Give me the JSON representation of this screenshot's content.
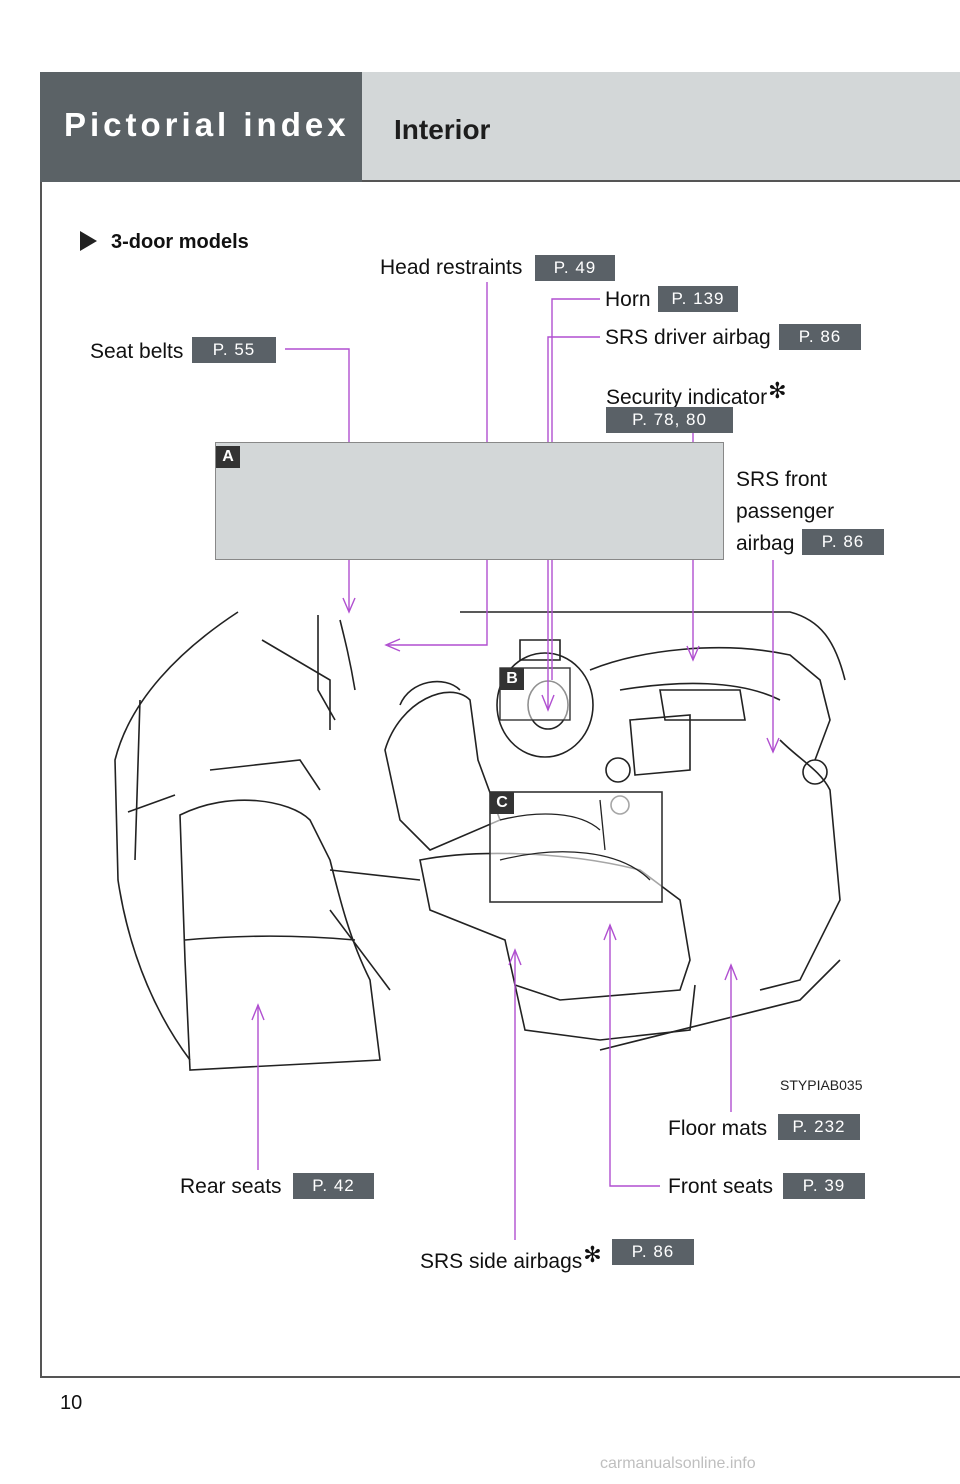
{
  "header": {
    "section": "Pictorial index",
    "title": "Interior"
  },
  "model_heading": "3-door models",
  "callouts": {
    "head_restraints": {
      "label": "Head restraints",
      "page": "P. 49"
    },
    "horn": {
      "label": "Horn",
      "page": "P. 139"
    },
    "srs_driver_airbag": {
      "label": "SRS driver airbag",
      "page": "P. 86"
    },
    "seat_belts": {
      "label": "Seat belts",
      "page": "P. 55"
    },
    "security_indicator": {
      "label": "Security indicator",
      "page": "P. 78, 80"
    },
    "srs_front_passenger_airbag": {
      "line1": "SRS front",
      "line2": "passenger",
      "line3": "airbag",
      "page": "P. 86"
    },
    "floor_mats": {
      "label": "Floor mats",
      "page": "P. 232"
    },
    "rear_seats": {
      "label": "Rear seats",
      "page": "P. 42"
    },
    "front_seats": {
      "label": "Front seats",
      "page": "P. 39"
    },
    "srs_side_airbags": {
      "label": "SRS side airbags",
      "page": "P. 86"
    }
  },
  "asterisk": "✻",
  "inset_tags": {
    "a": "A",
    "b": "B",
    "c": "C"
  },
  "illustration_code": "STYPIAB035",
  "page_number": "10",
  "watermark": "carmanualsonline.info",
  "colors": {
    "header_dark": "#5b6266",
    "header_light": "#d3d7d8",
    "badge": "#5a6167",
    "leader": "#b04fd0"
  }
}
